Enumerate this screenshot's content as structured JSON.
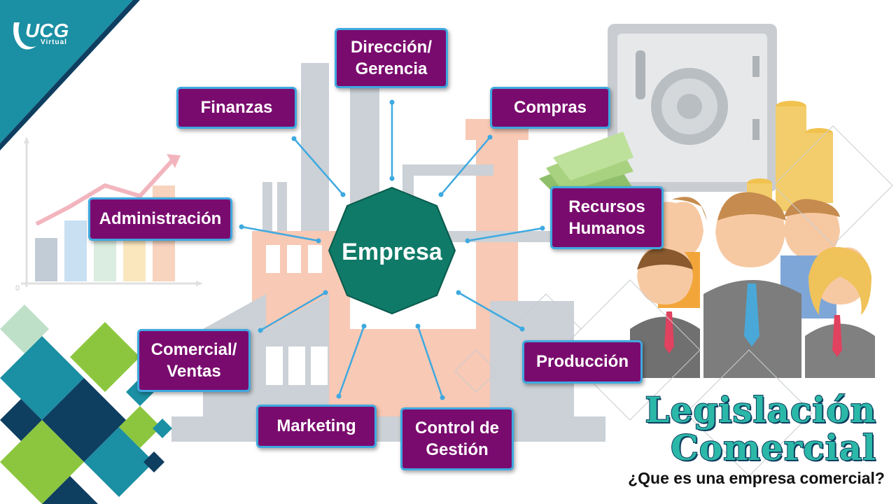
{
  "logo": {
    "brand": "UCG",
    "sub": "Virtual"
  },
  "hub": {
    "label": "Empresa",
    "color": "#0f7a68"
  },
  "departments": [
    {
      "key": "direccion",
      "label": "Dirección/\nGerencia"
    },
    {
      "key": "finanzas",
      "label": "Finanzas"
    },
    {
      "key": "compras",
      "label": "Compras"
    },
    {
      "key": "administracion",
      "label": "Administración"
    },
    {
      "key": "rrhh",
      "label": "Recursos\nHumanos"
    },
    {
      "key": "comercial",
      "label": "Comercial/\nVentas"
    },
    {
      "key": "produccion",
      "label": "Producción"
    },
    {
      "key": "marketing",
      "label": "Marketing"
    },
    {
      "key": "control",
      "label": "Control de\nGestión"
    }
  ],
  "title": {
    "line1": "Legislación",
    "line2": "Comercial",
    "subtitle": "¿Que es una empresa comercial?"
  },
  "colors": {
    "node_fill": "#7a0b6e",
    "node_border": "#3fa9e0",
    "connector": "#3fa9e0",
    "title_fill": "#2bb8a8",
    "title_stroke": "#0e3e60",
    "accent_green": "#8cc63f",
    "accent_teal": "#1b8fa3"
  }
}
